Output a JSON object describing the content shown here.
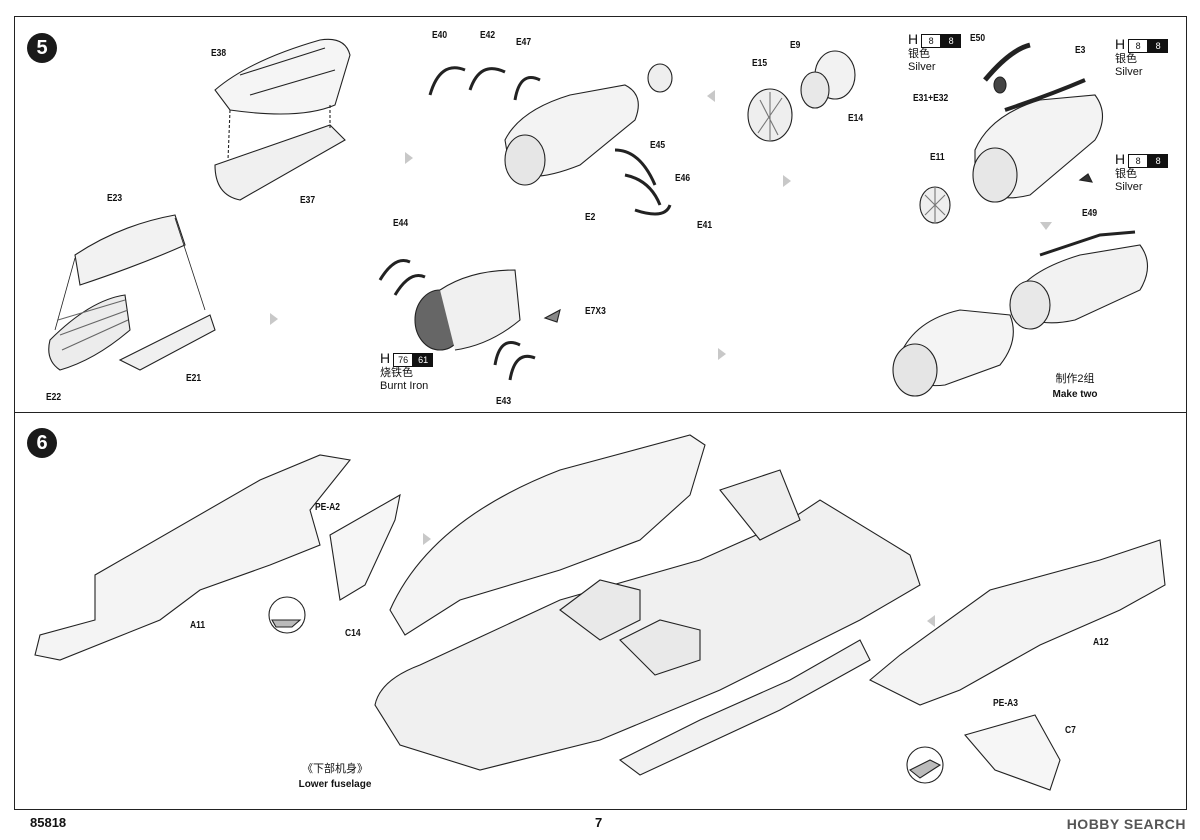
{
  "page": {
    "number": "7",
    "catalog": "85818",
    "watermark": "HOBBY SEARCH"
  },
  "step5": {
    "number": "5",
    "parts": [
      "E38",
      "E37",
      "E40",
      "E42",
      "E47",
      "E45",
      "E46",
      "E41",
      "E2",
      "E15",
      "E9",
      "E14",
      "E50",
      "E3",
      "E31+E32",
      "E11",
      "E49",
      "E23",
      "E22",
      "E21",
      "E44",
      "E7X3",
      "E43"
    ],
    "paint_silver": {
      "h": "H",
      "c1": "8",
      "c2": "8",
      "cn": "银色",
      "en": "Silver"
    },
    "paint_burnt": {
      "h": "H",
      "c1": "76",
      "c2": "61",
      "cn": "烧铁色",
      "en": "Burnt Iron"
    },
    "make_two": {
      "cn": "制作2组",
      "en": "Make two"
    }
  },
  "step6": {
    "number": "6",
    "parts": [
      "PE-A2",
      "A11",
      "C14",
      "A12",
      "PE-A3",
      "C7"
    ],
    "lower_fuselage": {
      "cn": "《下部机身》",
      "en": "Lower fuselage"
    }
  }
}
